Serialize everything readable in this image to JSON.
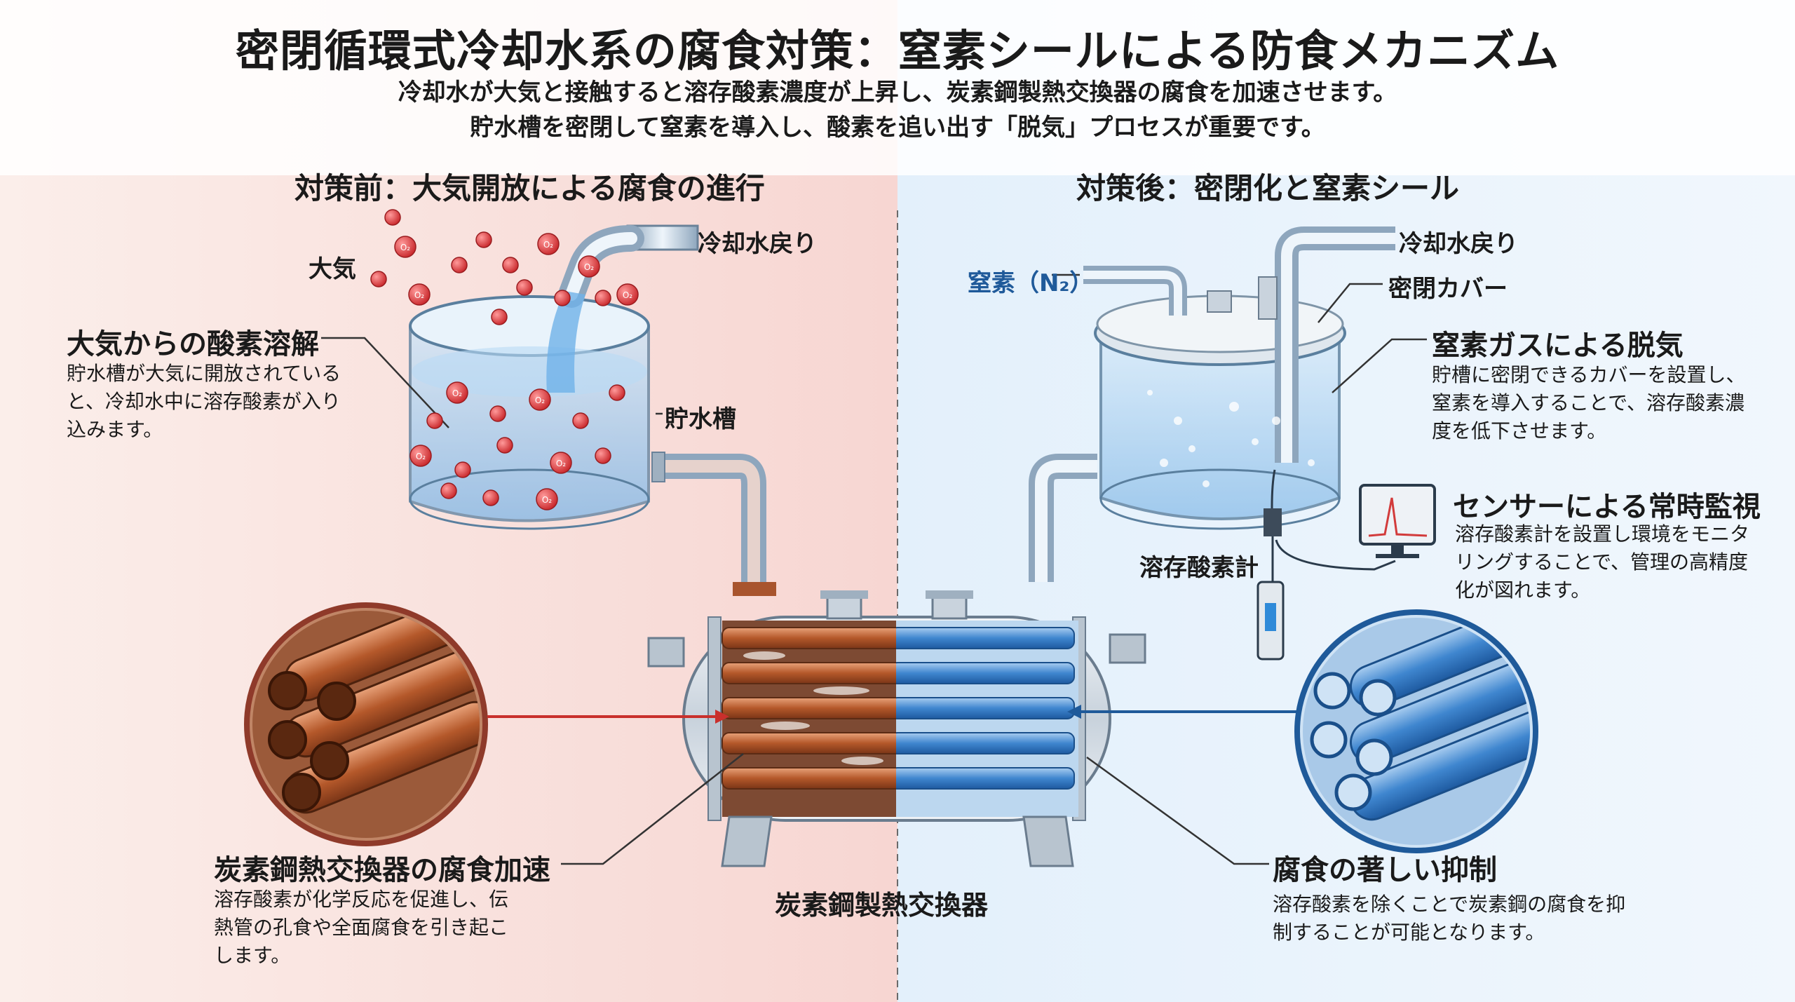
{
  "title": "密閉循環式冷却水系の腐食対策：窒素シールによる防食メカニズム",
  "subtitle": [
    "冷却水が大気と接触すると溶存酸素濃度が上昇し、炭素鋼製熱交換器の腐食を加速させます。",
    "貯水槽を密閉して窒素を導入し、酸素を追い出す「脱気」プロセスが重要です。"
  ],
  "before": {
    "heading": "対策前：大気開放による腐食の進行",
    "label_atmosphere": "大気",
    "label_return": "冷却水戻り",
    "label_tank": "貯水槽",
    "o2_symbol": "O₂",
    "dissolution": {
      "title": "大気からの酸素溶解",
      "body": "貯水槽が大気に開放されていると、冷却水中に溶存酸素が入り込みます。"
    },
    "corrosion": {
      "title": "炭素鋼熱交換器の腐食加速",
      "body": "溶存酸素が化学反応を促進し、伝熱管の孔食や全面腐食を引き起こします。"
    }
  },
  "after": {
    "heading": "対策後：密閉化と窒素シール",
    "label_nitrogen": "窒素（N₂）",
    "label_return": "冷却水戻り",
    "label_cover": "密閉カバー",
    "label_meter": "溶存酸素計",
    "degassing": {
      "title": "窒素ガスによる脱気",
      "body": "貯槽に密閉できるカバーを設置し、窒素を導入することで、溶存酸素濃度を低下させます。"
    },
    "monitoring": {
      "title": "センサーによる常時監視",
      "body": "溶存酸素計を設置し環境をモニタリングすることで、管理の高精度化が図れます。"
    },
    "suppression": {
      "title": "腐食の著しい抑制",
      "body": "溶存酸素を除くことで炭素鋼の腐食を抑制することが可能となります。"
    }
  },
  "exchanger_label": "炭素鋼製熱交換器",
  "colors": {
    "before_accent": "#c9302c",
    "after_accent": "#1f5a9a",
    "rust": "#b4582a",
    "water": "#7fb6e6"
  }
}
